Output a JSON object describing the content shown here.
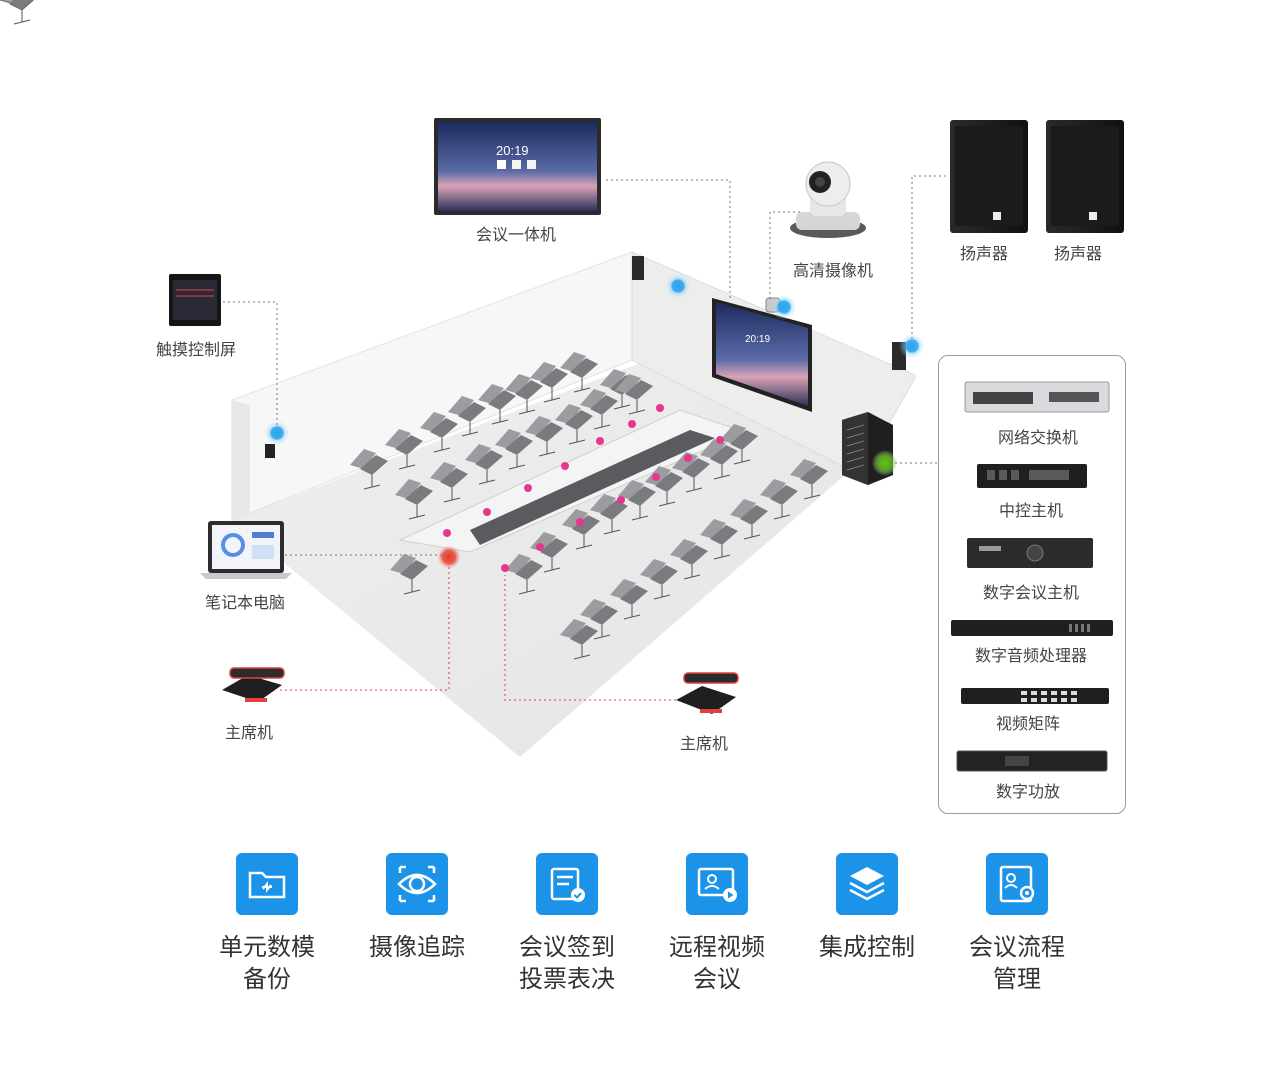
{
  "colors": {
    "accent": "#1a93e8",
    "wireless_dot": "#2aa3ee",
    "mic_dot": "#e8368f",
    "chairman_dot": "#e53a2a",
    "rack_dot": "#66c21e",
    "connector_line": "#666666",
    "red_line": "#e0413a"
  },
  "device_labels": {
    "display": "会议一体机",
    "camera": "高清摄像机",
    "speaker_left": "扬声器",
    "speaker_right": "扬声器",
    "touch_panel": "触摸控制屏",
    "laptop": "笔记本电脑",
    "chairman_left": "主席机",
    "chairman_right": "主席机"
  },
  "display_screen": {
    "time": "20:19"
  },
  "equipment": [
    {
      "label": "网络交换机",
      "icon": "network-switch-icon"
    },
    {
      "label": "中控主机",
      "icon": "central-control-host-icon"
    },
    {
      "label": "数字会议主机",
      "icon": "digital-conference-host-icon"
    },
    {
      "label": "数字音频处理器",
      "icon": "audio-processor-icon"
    },
    {
      "label": "视频矩阵",
      "icon": "video-matrix-icon"
    },
    {
      "label": "数字功放",
      "icon": "power-amplifier-icon"
    }
  ],
  "features": [
    {
      "label": "单元数模\n备份",
      "icon": "folder-sync-icon"
    },
    {
      "label": "摄像追踪",
      "icon": "eye-tracking-icon"
    },
    {
      "label": "会议签到\n投票表决",
      "icon": "sign-in-vote-icon"
    },
    {
      "label": "远程视频\n会议",
      "icon": "video-conference-icon"
    },
    {
      "label": "集成控制",
      "icon": "layers-icon"
    },
    {
      "label": "会议流程\n管理",
      "icon": "process-management-icon"
    }
  ]
}
